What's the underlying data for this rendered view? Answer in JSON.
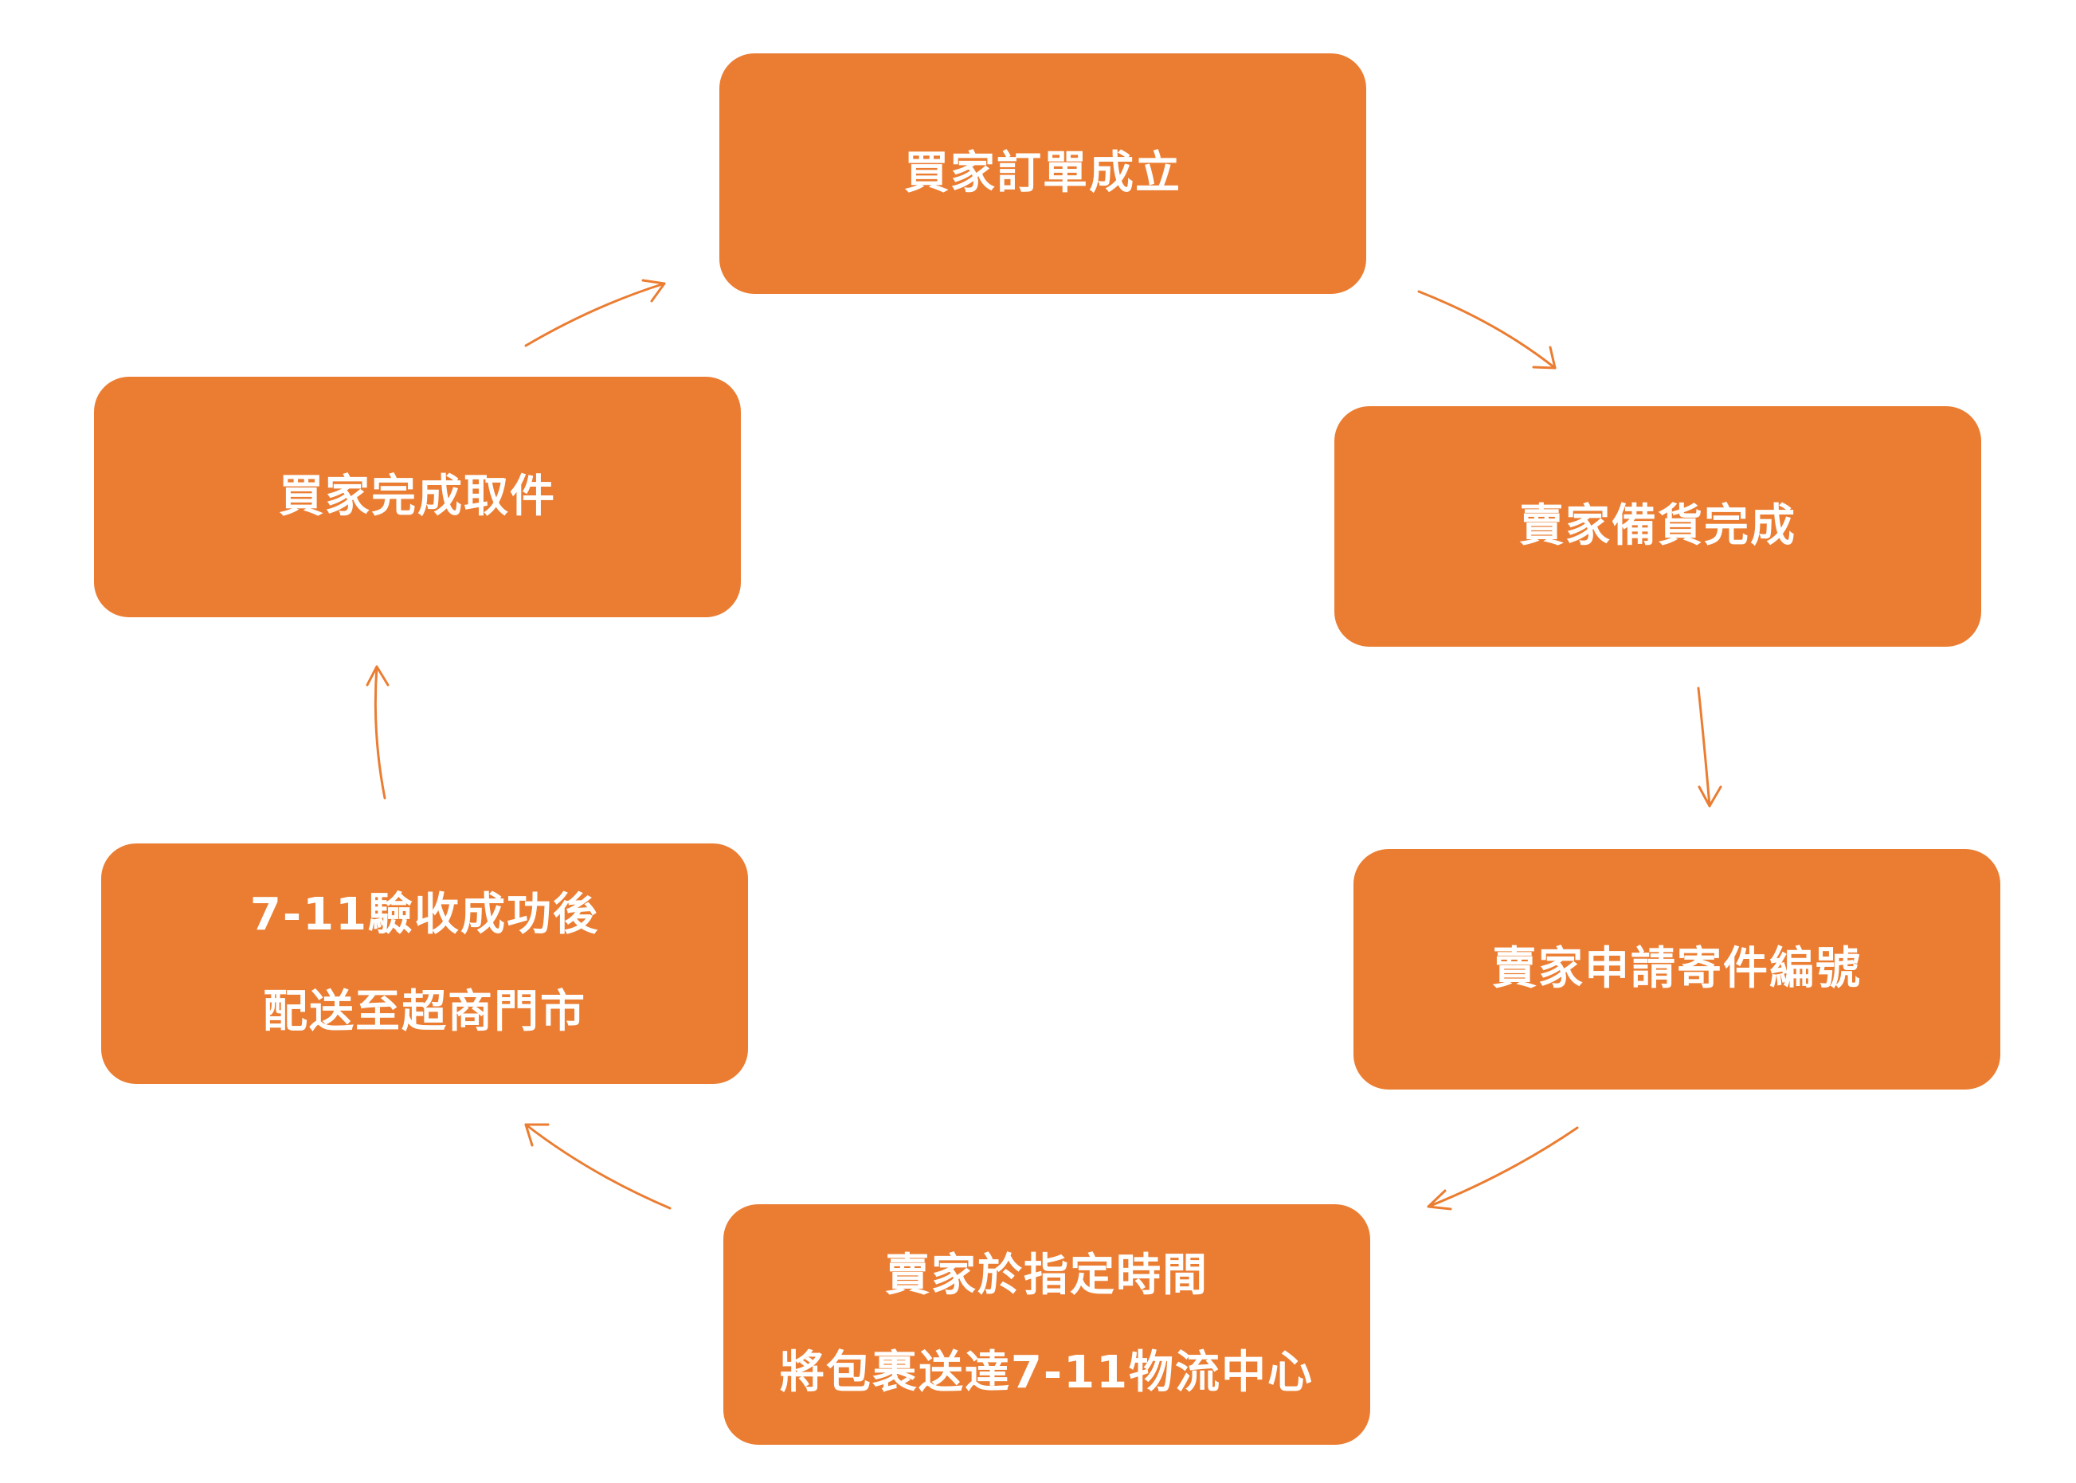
{
  "colors": {
    "box_fill": "#EB7D32",
    "box_text": "#FFFFFF",
    "arrow": "#EB7D32",
    "background": "#FFFFFF"
  },
  "steps": [
    {
      "lines": [
        "買家訂單成立"
      ]
    },
    {
      "lines": [
        "賣家備貨完成"
      ]
    },
    {
      "lines": [
        "賣家申請寄件編號"
      ]
    },
    {
      "lines": [
        "賣家於指定時間",
        "將包裹送達7-11物流中心"
      ]
    },
    {
      "lines": [
        "7-11驗收成功後",
        "配送至超商門市"
      ]
    },
    {
      "lines": [
        "買家完成取件"
      ]
    }
  ]
}
